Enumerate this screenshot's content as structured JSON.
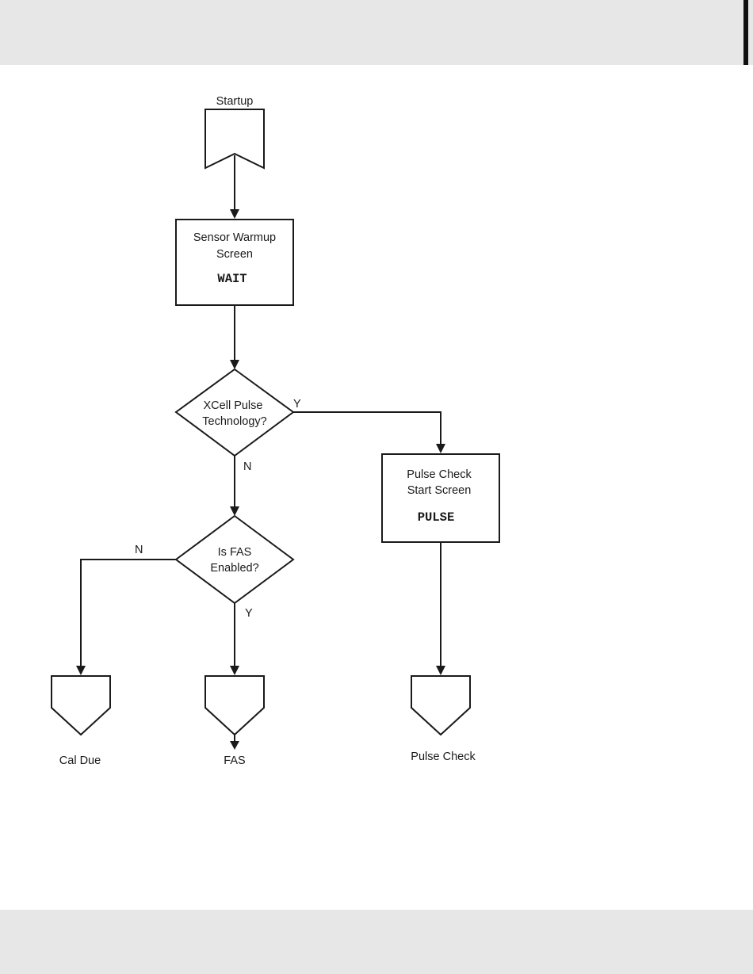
{
  "nodes": {
    "startup": {
      "label": "Startup"
    },
    "sensor_warmup": {
      "line1": "Sensor Warmup",
      "line2": "Screen",
      "code": "WAIT"
    },
    "xcell_decision": {
      "line1": "XCell Pulse",
      "line2": "Technology?"
    },
    "pulse_check_start": {
      "line1": "Pulse Check",
      "line2": "Start Screen",
      "code": "PULSE"
    },
    "fas_decision": {
      "line1": "Is FAS",
      "line2": "Enabled?"
    },
    "cal_due": {
      "label": "Cal Due"
    },
    "fas": {
      "label": "FAS"
    },
    "pulse_check": {
      "label": "Pulse Check"
    }
  },
  "edges": {
    "xcell_yes": "Y",
    "xcell_no": "N",
    "fas_no": "N",
    "fas_yes": "Y"
  },
  "colors": {
    "band": "#e6e7e6",
    "stroke": "#1a1a1a",
    "edge_bar": "#111111"
  }
}
